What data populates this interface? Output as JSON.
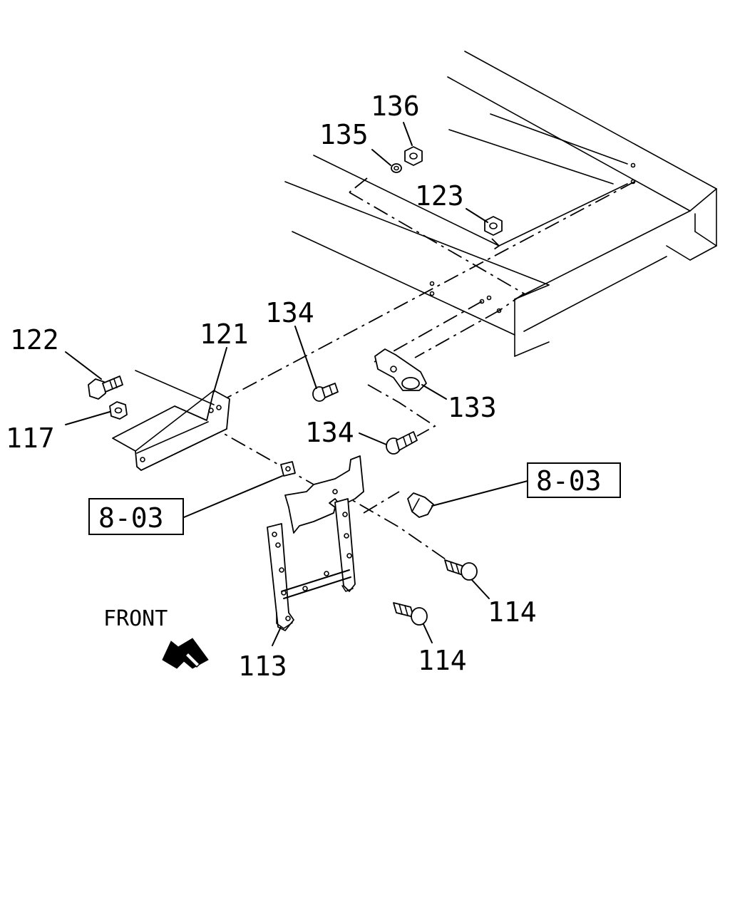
{
  "callouts": {
    "p136": "136",
    "p135": "135",
    "p123": "123",
    "p134a": "134",
    "p134b": "134",
    "p133": "133",
    "p122": "122",
    "p121": "121",
    "p117": "117",
    "p114a": "114",
    "p114b": "114",
    "p113": "113"
  },
  "refs": {
    "left": "8-03",
    "right": "8-03"
  },
  "direction": {
    "label": "FRONT",
    "icon": "arrow-left-down-icon"
  }
}
